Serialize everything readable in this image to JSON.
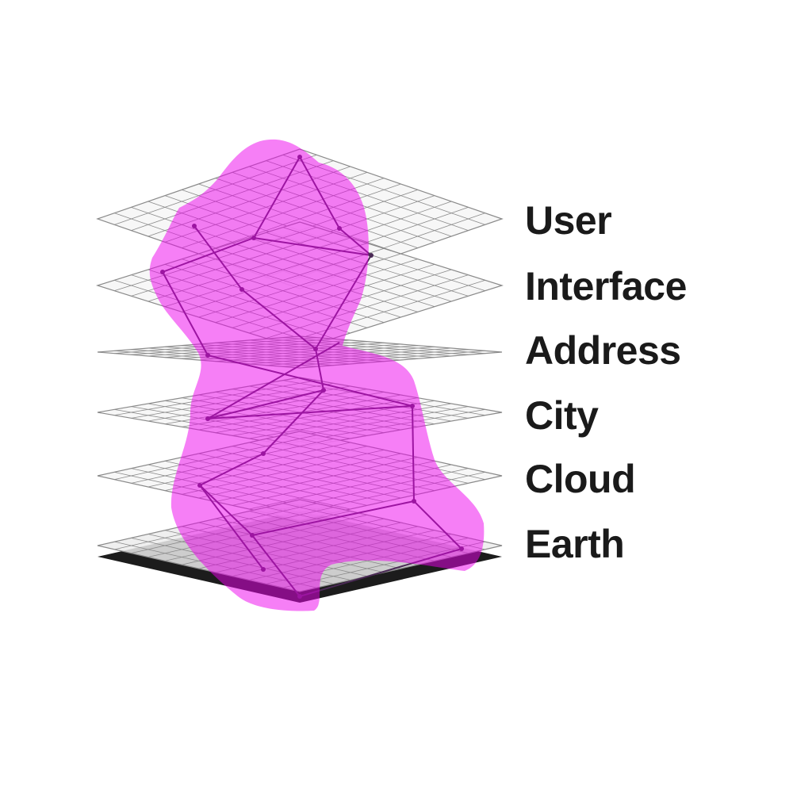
{
  "layers": [
    {
      "label": "User"
    },
    {
      "label": "Interface"
    },
    {
      "label": "Address"
    },
    {
      "label": "City"
    },
    {
      "label": "Cloud"
    },
    {
      "label": "Earth"
    }
  ],
  "colors": {
    "highlight": "#ee00ee",
    "grid_line": "#8a8a8a",
    "network_line": "#4a2a55",
    "base_shadow": "#1c1c1c",
    "label_text": "#1a1a1a"
  }
}
